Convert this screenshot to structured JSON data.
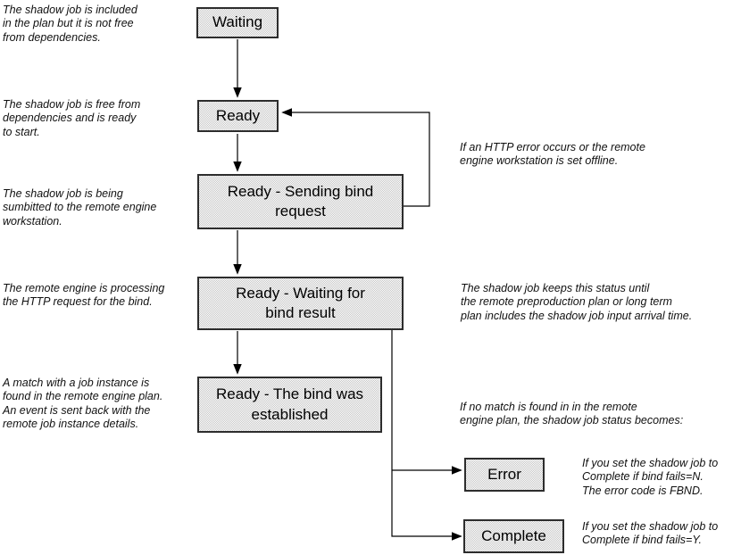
{
  "colors": {
    "box_fill_average": "#d8d8d8",
    "box_border": "#2d2d2d",
    "connector": "#000000",
    "text": "#000000",
    "background": "#ffffff"
  },
  "states": [
    {
      "label": "Waiting"
    },
    {
      "label": "Ready"
    },
    {
      "label": "Ready - Sending bind\nrequest"
    },
    {
      "label": "Ready - Waiting for\nbind result"
    },
    {
      "label": "Ready - The bind was\nestablished"
    },
    {
      "label": "Error"
    },
    {
      "label": "Complete"
    }
  ],
  "notes_left": [
    {
      "text": "The shadow job is included\nin the plan but it is not free\nfrom dependencies."
    },
    {
      "text": "The shadow job is free from\ndependencies and is ready\nto start."
    },
    {
      "text": "The shadow job is being\nsumbitted to the remote engine\nworkstation."
    },
    {
      "text": "The remote engine is processing\nthe HTTP request for the bind."
    },
    {
      "text": "A match with a job instance is\nfound in the remote engine plan.\nAn event is sent back with the\nremote job instance details."
    }
  ],
  "notes_right": [
    {
      "text": "If an HTTP error occurs or the remote\nengine workstation is set offline."
    },
    {
      "text": "The shadow job keeps this status until\nthe remote preproduction plan or long term\nplan includes the shadow job input arrival time."
    },
    {
      "text": "If no match is found in in the remote\nengine plan, the shadow job status becomes:"
    },
    {
      "text": "If you set the shadow job to\nComplete if bind fails=N.\nThe error code is FBND."
    },
    {
      "text": "If you set the shadow job to\nComplete if bind fails=Y."
    }
  ]
}
